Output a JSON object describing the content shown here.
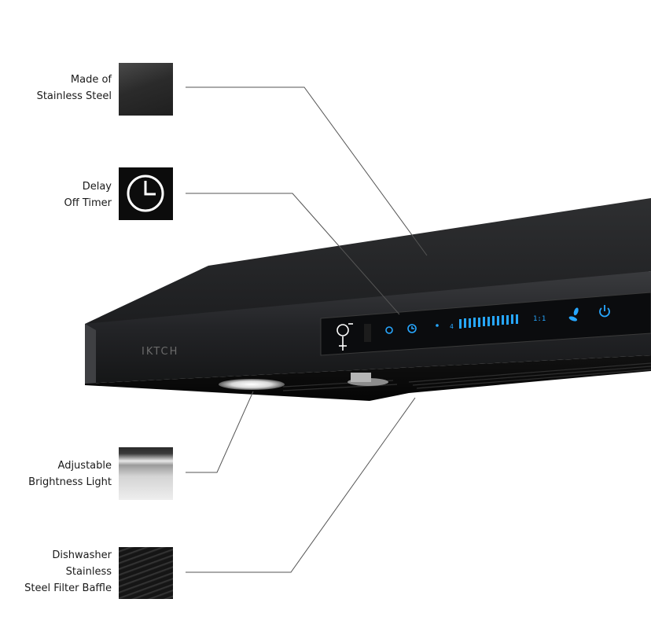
{
  "callouts": [
    {
      "id": "steel",
      "lines": [
        "Made of",
        "Stainless Steel"
      ],
      "icon": "steel-texture"
    },
    {
      "id": "timer",
      "lines": [
        "Delay",
        "Off Timer"
      ],
      "icon": "clock-icon"
    },
    {
      "id": "light",
      "lines": [
        "Adjustable",
        "Brightness Light"
      ],
      "icon": "light-glow"
    },
    {
      "id": "filter",
      "lines": [
        "Dishwasher",
        "Stainless",
        "Steel Filter Baffle"
      ],
      "icon": "baffle-filter"
    }
  ],
  "product": {
    "brand": "IKTCH",
    "color_body": "#2a2b2d",
    "color_accent": "#27a7ff"
  },
  "control_panel": {
    "display_digits": "4",
    "display_clock": "1:1"
  }
}
